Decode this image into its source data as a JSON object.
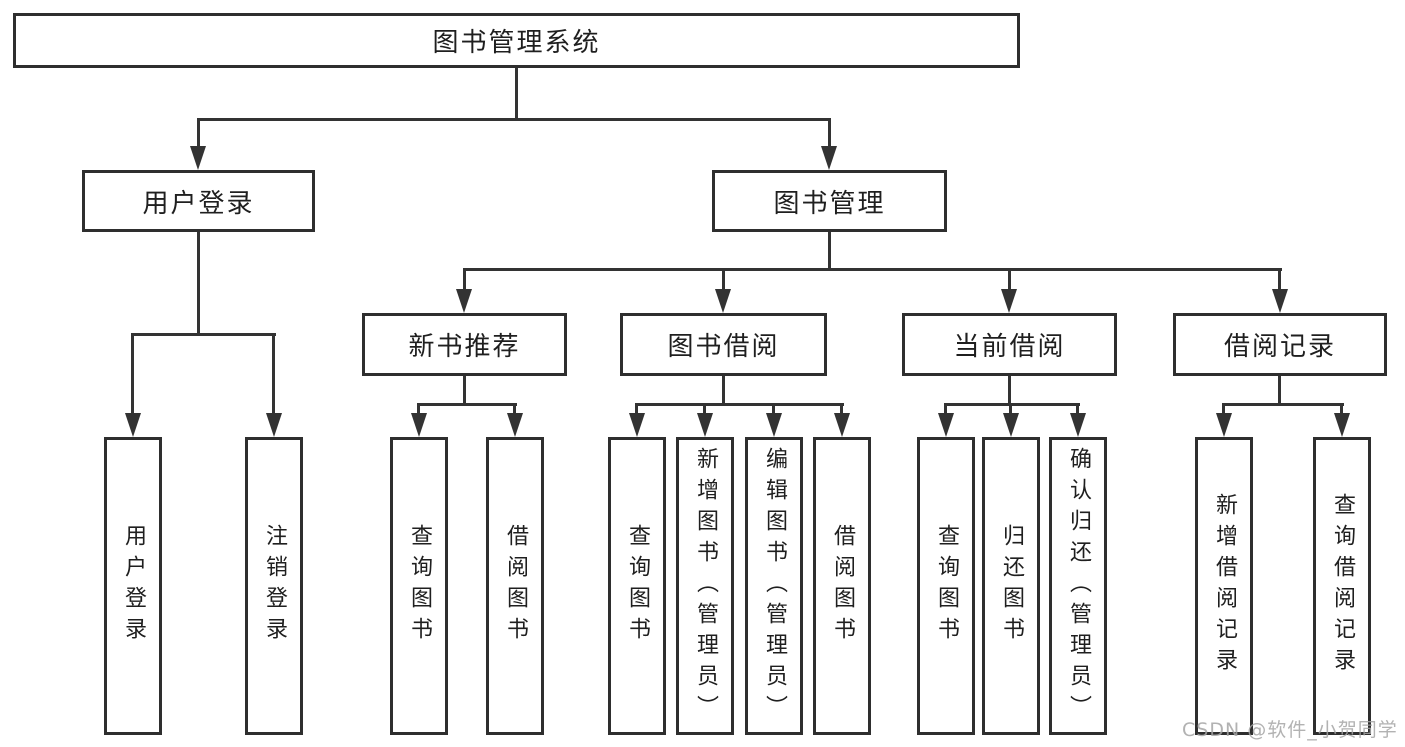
{
  "nodes": {
    "root": "图书管理系统",
    "user_login": "用户登录",
    "book_mgmt": "图书管理",
    "new_book_rec": "新书推荐",
    "book_borrow": "图书借阅",
    "current_borrow": "当前借阅",
    "borrow_records": "借阅记录",
    "leaf_user_login": "用户登录",
    "leaf_logout": "注销登录",
    "nbr_query_book": "查询图书",
    "nbr_borrow_book": "借阅图书",
    "bb_query_book": "查询图书",
    "bb_add_book": "新增图书（管理员）",
    "bb_edit_book": "编辑图书（管理员）",
    "bb_borrow_book": "借阅图书",
    "cb_query_book": "查询图书",
    "cb_return_book": "归还图书",
    "cb_confirm_return": "确认归还（管理员）",
    "br_add_record": "新增借阅记录",
    "br_query_record": "查询借阅记录"
  },
  "watermark": "CSDN @软件_小贺同学",
  "colors": {
    "line": "#333333",
    "box_border": "#2e2e2e",
    "text": "#1f1f1f",
    "watermark": "#a4a4a4",
    "background": "#ffffff"
  }
}
